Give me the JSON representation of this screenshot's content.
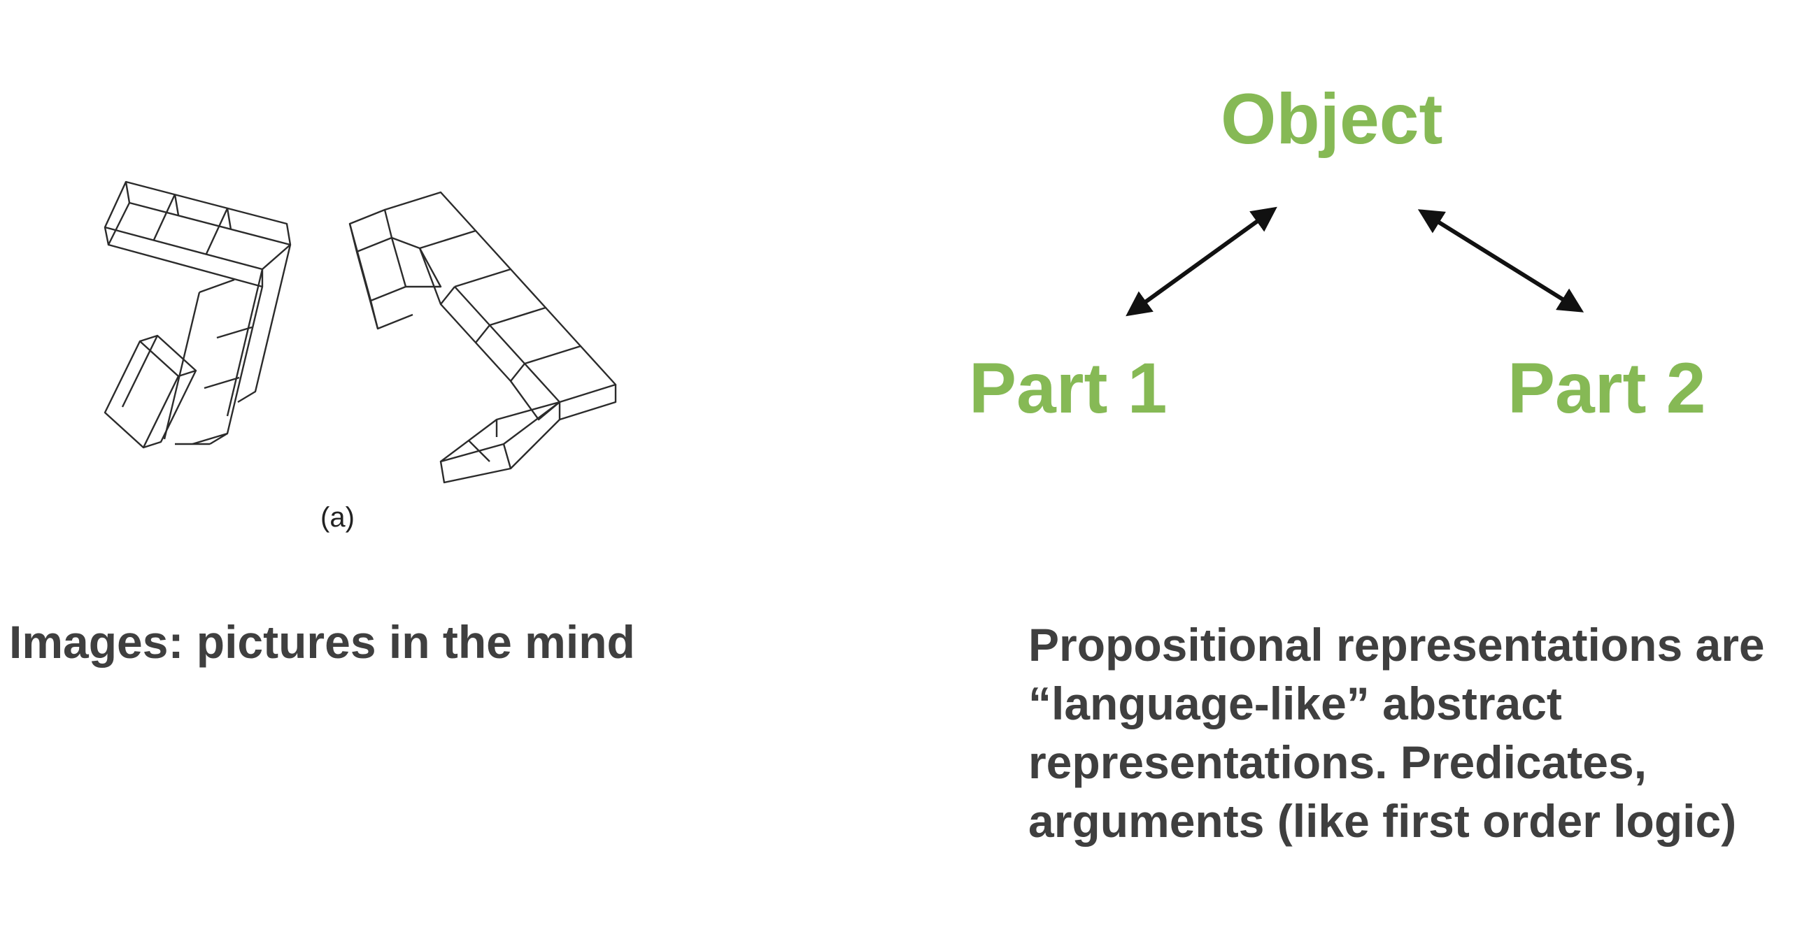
{
  "left_panel": {
    "figure_label": "(a)",
    "caption": "Images: pictures in the mind"
  },
  "diagram": {
    "root": "Object",
    "children": [
      "Part 1",
      "Part 2"
    ],
    "arrow_color": "#111111",
    "node_color": "#86b955"
  },
  "right_panel": {
    "caption": "Propositional representations are “language-like” abstract representations.  Predicates, arguments (like first order logic)"
  },
  "colors": {
    "caption_text": "#3f3f3f",
    "background": "#ffffff"
  }
}
